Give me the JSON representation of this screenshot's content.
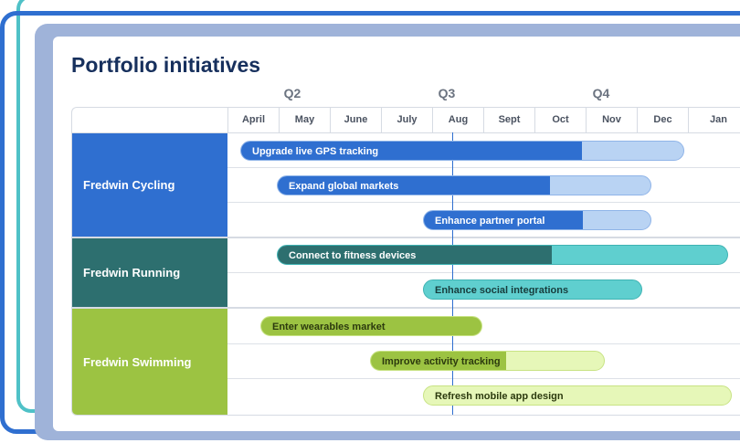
{
  "page": {
    "title": "Portfolio initiatives"
  },
  "quarters": [
    "Q2",
    "Q3",
    "Q4"
  ],
  "months": [
    "April",
    "May",
    "June",
    "July",
    "Aug",
    "Sept",
    "Oct",
    "Nov",
    "Dec",
    "Jan"
  ],
  "colors": {
    "cycling": "#2f6fd0",
    "running": "#2d6f6f",
    "swimming": "#9cc342",
    "today_line": "#2f6fd0"
  },
  "groups": [
    {
      "name": "Fredwin Cycling",
      "initiatives": [
        {
          "label": "Upgrade live GPS tracking",
          "progress": 0.77
        },
        {
          "label": "Expand global markets",
          "progress": 0.73
        },
        {
          "label": "Enhance partner portal",
          "progress": 0.7
        }
      ]
    },
    {
      "name": "Fredwin Running",
      "initiatives": [
        {
          "label": "Connect to fitness devices",
          "progress": 0.61
        },
        {
          "label": "Enhance social integrations",
          "progress": 0.0
        }
      ]
    },
    {
      "name": "Fredwin Swimming",
      "initiatives": [
        {
          "label": "Enter wearables market",
          "progress": 1.0
        },
        {
          "label": "Improve activity tracking",
          "progress": 0.58
        },
        {
          "label": "Refresh mobile app design",
          "progress": 0.0
        }
      ]
    }
  ]
}
